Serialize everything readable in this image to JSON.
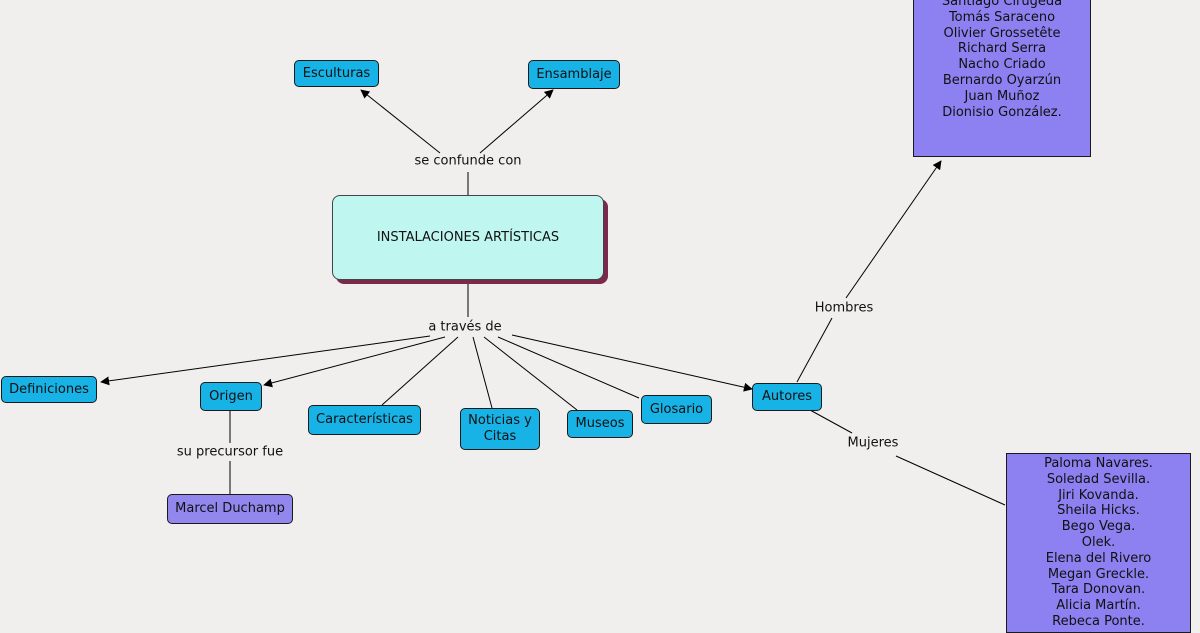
{
  "central": "INSTALACIONES ARTÍSTICAS",
  "links": {
    "confunde": "se confunde con",
    "traves": "a través de",
    "precursor": "su precursor fue",
    "hombres": "Hombres",
    "mujeres": "Mujeres"
  },
  "nodes": {
    "esculturas": "Esculturas",
    "ensamblaje": "Ensamblaje",
    "definiciones": "Definiciones",
    "origen": "Origen",
    "caracteristicas": "Características",
    "noticias_line1": "Noticias y",
    "noticias_line2": "Citas",
    "museos": "Museos",
    "glosario": "Glosario",
    "autores": "Autores",
    "duchamp": "Marcel Duchamp"
  },
  "hombres_list": [
    "Santiago Cirugeda",
    "Tomás Saraceno",
    "Olivier Grossetête",
    "Richard Serra",
    "Nacho Criado",
    "Bernardo Oyarzún",
    "Juan Muñoz",
    "Dionisio González."
  ],
  "mujeres_list": [
    "Paloma Navares.",
    "Soledad Sevilla.",
    "Jiri Kovanda.",
    "Sheila Hicks.",
    "Bego Vega.",
    "Olek.",
    "Elena del Rivero",
    "Megan Greckle.",
    "Tara Donovan.",
    "Alicia Martín.",
    "Rebeca Ponte."
  ],
  "colors": {
    "background": "#f0efed",
    "concept_blue": "#17b2e6",
    "central_fill": "#bff7f0",
    "central_shadow": "#7a2a4a",
    "author_purple": "#8d80f0"
  }
}
